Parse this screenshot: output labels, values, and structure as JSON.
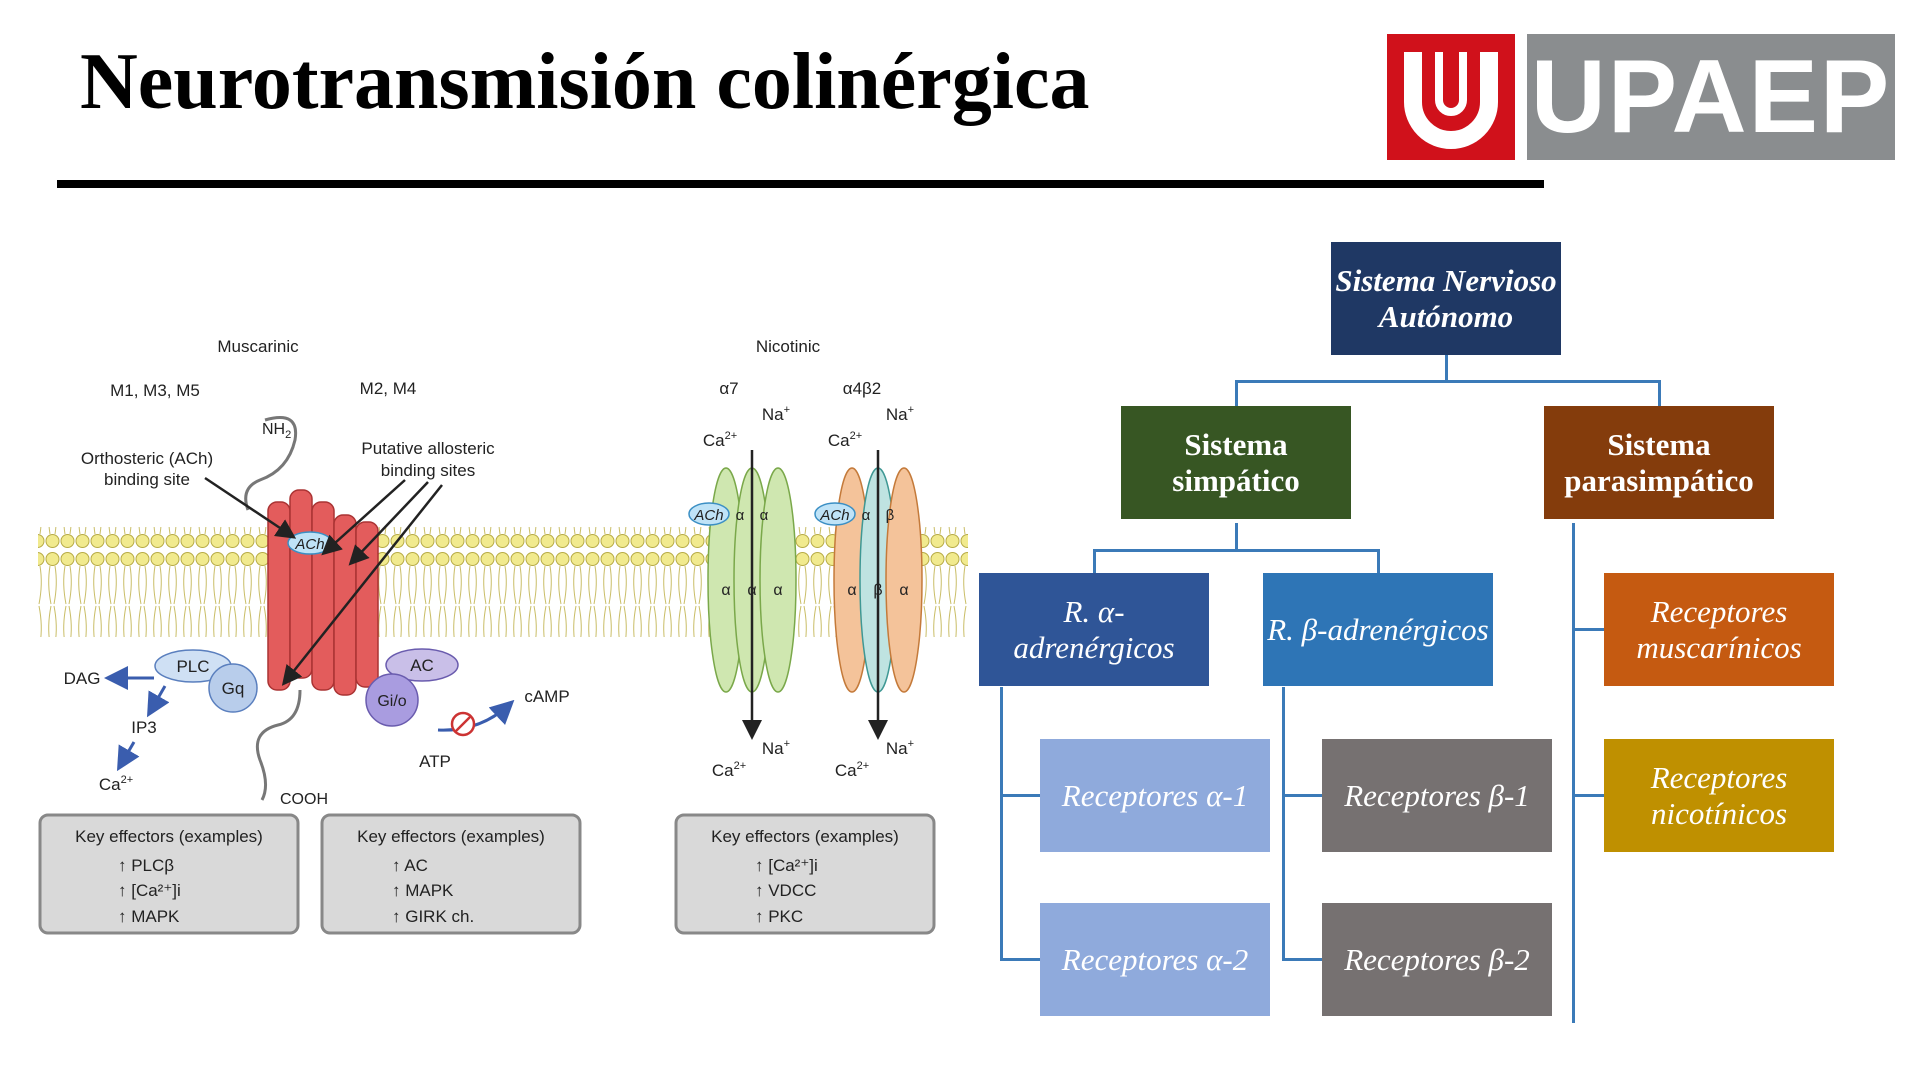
{
  "slide": {
    "title": "Neurotransmisión colinérgica",
    "logo_text": "UPAEP",
    "colors": {
      "logo_red": "#d0111b",
      "logo_gray": "#8a8d8f",
      "connector": "#3b7ab8"
    }
  },
  "figure": {
    "muscarinic_label": "Muscarinic",
    "nicotinic_label": "Nicotinic",
    "m135": "M1, M3, M5",
    "m24": "M2, M4",
    "a7": "α7",
    "a4b2": "α4β2",
    "nh2": "NH",
    "nh2_sub": "2",
    "cooh": "COOH",
    "orthosteric_1": "Orthosteric (ACh)",
    "orthosteric_2": "binding site",
    "allosteric_1": "Putative allosteric",
    "allosteric_2": "binding sites",
    "ach": "ACh",
    "plc": "PLC",
    "gq": "Gq",
    "ac": "AC",
    "gio": "Gi/o",
    "dag": "DAG",
    "ip3": "IP3",
    "ca": "Ca",
    "ca_sup": "2+",
    "na": "Na",
    "na_sup": "+",
    "camp": "cAMP",
    "atp": "ATP",
    "alpha": "α",
    "beta": "β",
    "effectors": [
      {
        "title": "Key effectors (examples)",
        "lines": [
          "↑ PLCβ",
          "↑ [Ca²⁺]i",
          "↑ MAPK"
        ]
      },
      {
        "title": "Key effectors (examples)",
        "lines": [
          "↑ AC",
          "↑ MAPK",
          "↑ GIRK ch."
        ]
      },
      {
        "title": "Key effectors (examples)",
        "lines": [
          "↑ [Ca²⁺]i",
          "↑ VDCC",
          "↑ PKC"
        ]
      }
    ]
  },
  "tree": {
    "root": {
      "text": "Sistema Nervioso Autónomo",
      "color": "#1f3864"
    },
    "simpatico": {
      "text": "Sistema simpático",
      "color": "#375623"
    },
    "parasimpatico": {
      "text": "Sistema parasimpático",
      "color": "#843c0c"
    },
    "r_alpha": {
      "text": "R. α-adrenérgicos",
      "color": "#2f5597"
    },
    "r_beta": {
      "text": "R. β-adrenérgicos",
      "color": "#2e75b6"
    },
    "muscarinicos": {
      "text": "Receptores muscarínicos",
      "color": "#c55a11"
    },
    "nicotinicos": {
      "text": "Receptores nicotínicos",
      "color": "#bf9000"
    },
    "alpha1": {
      "text": "Receptores α-1",
      "color": "#8faadc"
    },
    "alpha2": {
      "text": "Receptores α-2",
      "color": "#8faadc"
    },
    "beta1": {
      "text": "Receptores β-1",
      "color": "#767171"
    },
    "beta2": {
      "text": "Receptores β-2",
      "color": "#767171"
    }
  }
}
